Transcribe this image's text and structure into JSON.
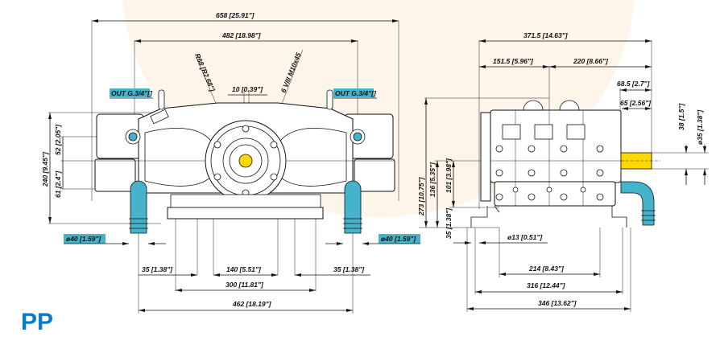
{
  "brand": {
    "label": "PP",
    "color": "#0a7cc8"
  },
  "colors": {
    "connection_highlight": "#45b3cc",
    "shaft": "#ffd800",
    "background_accent": "#fdf5ea"
  },
  "front_view": {
    "dimensions": {
      "overall_width": "658 [25.91\"]",
      "port_spacing": "482 [18.98\"]",
      "radius": "R68 [R2.68\"]",
      "bolt_pattern": "6 VIII M10x45",
      "key_width": "10 [0.39\"]",
      "outlet_left": "OUT G.3/4\"[]",
      "outlet_right": "OUT G.3/4\"[]",
      "overall_height": "240 [9.45\"]",
      "outlet_height": "52 [2.05\"]",
      "inlet_height": "61 [2.4\"]",
      "inlet_left": "ø40 [1.59\"]",
      "inlet_right": "ø40 [1.59\"]",
      "foot_offset_left": "35 [1.38\"]",
      "foot_center": "140 [5.51\"]",
      "foot_offset_right": "35 [1.38\"]",
      "foot_span": "300 [11.81\"]",
      "inlet_span": "462 [18.19\"]"
    }
  },
  "side_view": {
    "dimensions": {
      "overall_length": "371.5 [14.63\"]",
      "front_length": "151.5 [5.96\"]",
      "rear_length": "220 [8.66\"]",
      "shaft_length_total": "68.5 [2.7\"]",
      "shaft_length": "65 [2.56\"]",
      "key_height": "38 [1.5\"]",
      "shaft_diameter": "ø35 [1.38\"]",
      "overall_height": "273 [10.75\"]",
      "shaft_height": "136 [5.35\"]",
      "manifold_height": "101 [3.98\"]",
      "foot_height": "35 [1.38\"]",
      "mount_hole": "ø13 [0.51\"]",
      "hole_spacing": "214 [8.43\"]",
      "foot_inner_span": "316 [12.44\"]",
      "foot_outer_span": "346 [13.62\"]"
    }
  }
}
